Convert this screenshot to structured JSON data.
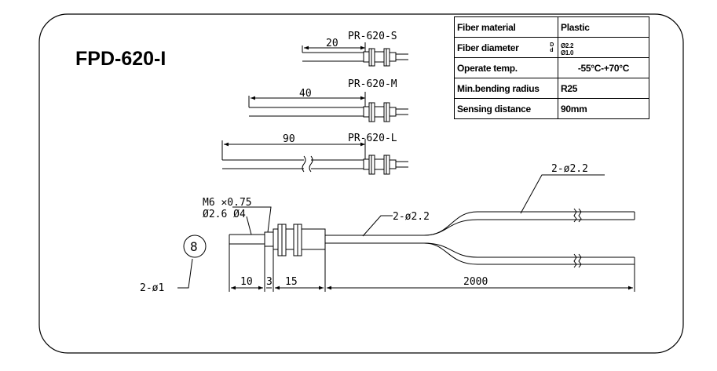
{
  "model": "FPD-620-I",
  "variants": [
    {
      "name": "PR-620-S",
      "length": "20"
    },
    {
      "name": "PR-620-M",
      "length": "40"
    },
    {
      "name": "PR-620-L",
      "length": "90"
    }
  ],
  "specs": {
    "rows": [
      {
        "label": "Fiber material",
        "value": "Plastic"
      },
      {
        "label": "Fiber diameter",
        "marks": [
          "D",
          "d"
        ],
        "values": [
          "Ø2.2",
          "Ø1.0"
        ]
      },
      {
        "label": "Operate temp.",
        "value": "-55°C-+70°C"
      },
      {
        "label": "Min.bending radius",
        "value": "R25"
      },
      {
        "label": "Sensing distance",
        "value": "90mm"
      }
    ]
  },
  "main_drawing": {
    "thread": "M6 ✕0.75",
    "tip_diameters": "Ø2.6 Ø4",
    "cable_label": "2-ø2.2",
    "branch_label": "2-ø2.2",
    "end_label": "2-ø1",
    "end_symbol": "8",
    "dims": [
      "10",
      "3",
      "15",
      "2000"
    ]
  }
}
